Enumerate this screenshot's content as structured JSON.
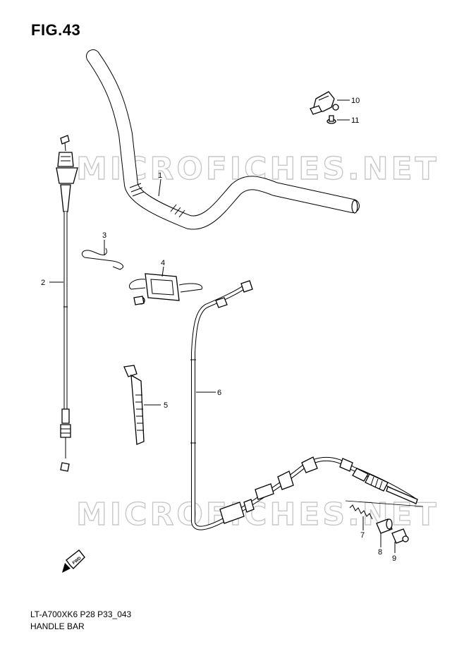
{
  "figure": {
    "title": "FIG.43",
    "model_code": "LT-A700XK6 P28 P33_043",
    "page_name": "HANDLE BAR"
  },
  "watermark": {
    "text": "MICROFICHES.NET",
    "color": "#c8c8c8"
  },
  "callouts": {
    "p1": "1",
    "p2": "2",
    "p3": "3",
    "p4": "4",
    "p5": "5",
    "p6": "6",
    "p7": "7",
    "p8": "8",
    "p9": "9",
    "p10": "10",
    "p11": "11"
  },
  "fwd_label": "FWD"
}
